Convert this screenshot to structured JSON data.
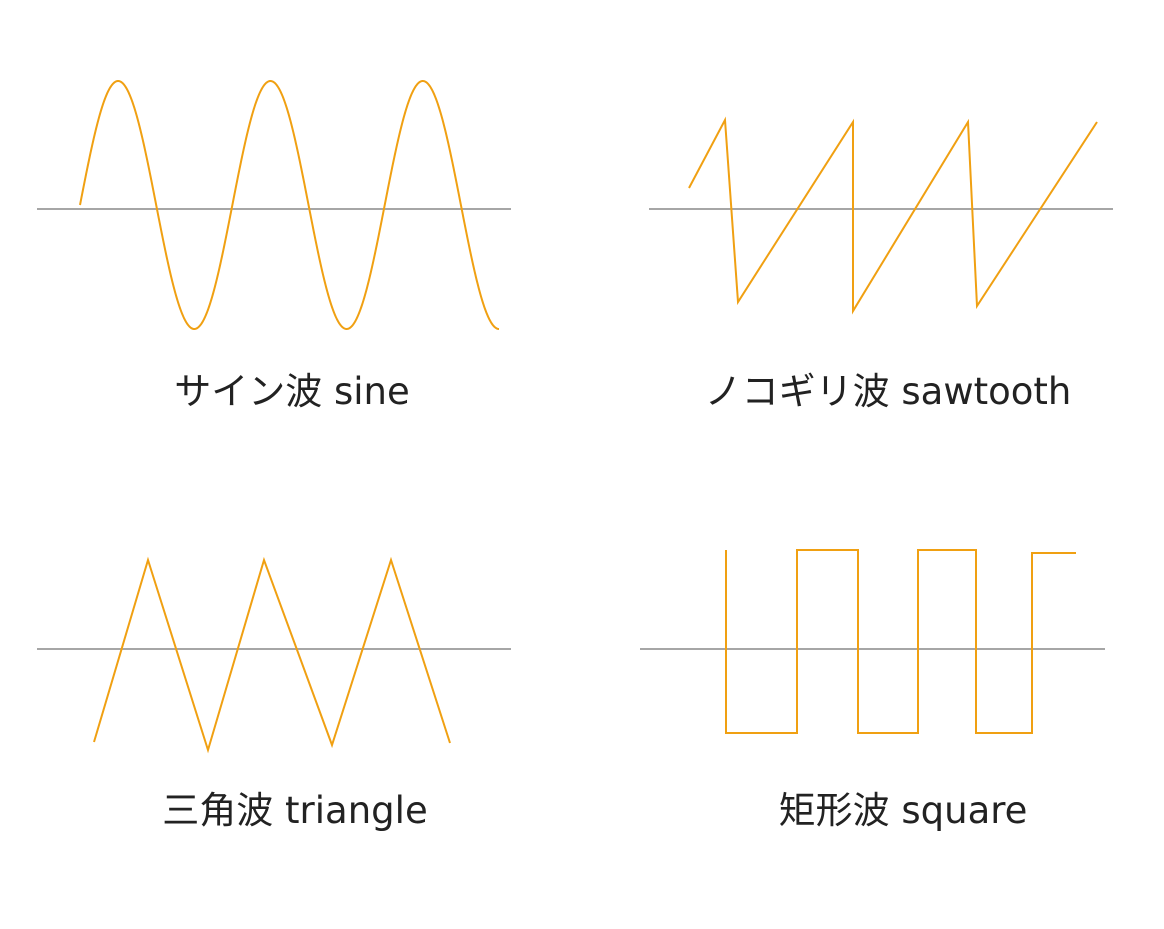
{
  "colors": {
    "wave": "#f0a012",
    "axis": "#a6a6a6",
    "text": "#222222",
    "background": "#ffffff"
  },
  "waves": [
    {
      "id": "sine",
      "label": "サイン波 sine",
      "shape": "sine",
      "cycles": 2.75,
      "start_phase_deg": 0
    },
    {
      "id": "sawtooth",
      "label": "ノコギリ波 sawtooth",
      "shape": "sawtooth",
      "cycles": 3.5,
      "start_phase_deg": 0
    },
    {
      "id": "triangle",
      "label": "三角波 triangle",
      "shape": "triangle",
      "cycles": 3,
      "start_phase_deg": 0
    },
    {
      "id": "square",
      "label": "矩形波 square",
      "shape": "square",
      "cycles": 3,
      "start_phase_deg": 0
    }
  ]
}
